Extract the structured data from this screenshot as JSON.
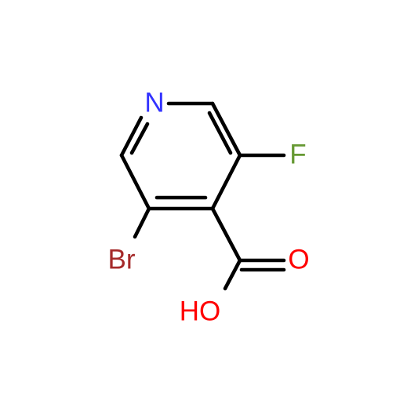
{
  "molecule": {
    "atoms": {
      "nitrogen": {
        "label": "N",
        "color": "#3333ff"
      },
      "fluorine": {
        "label": "F",
        "color": "#669933"
      },
      "bromine": {
        "label": "Br",
        "color": "#a52a2a"
      },
      "carbonyl_oxygen": {
        "label": "O",
        "color": "#ff0000"
      },
      "hydroxyl": {
        "label": "HO",
        "color": "#ff0000"
      }
    }
  }
}
